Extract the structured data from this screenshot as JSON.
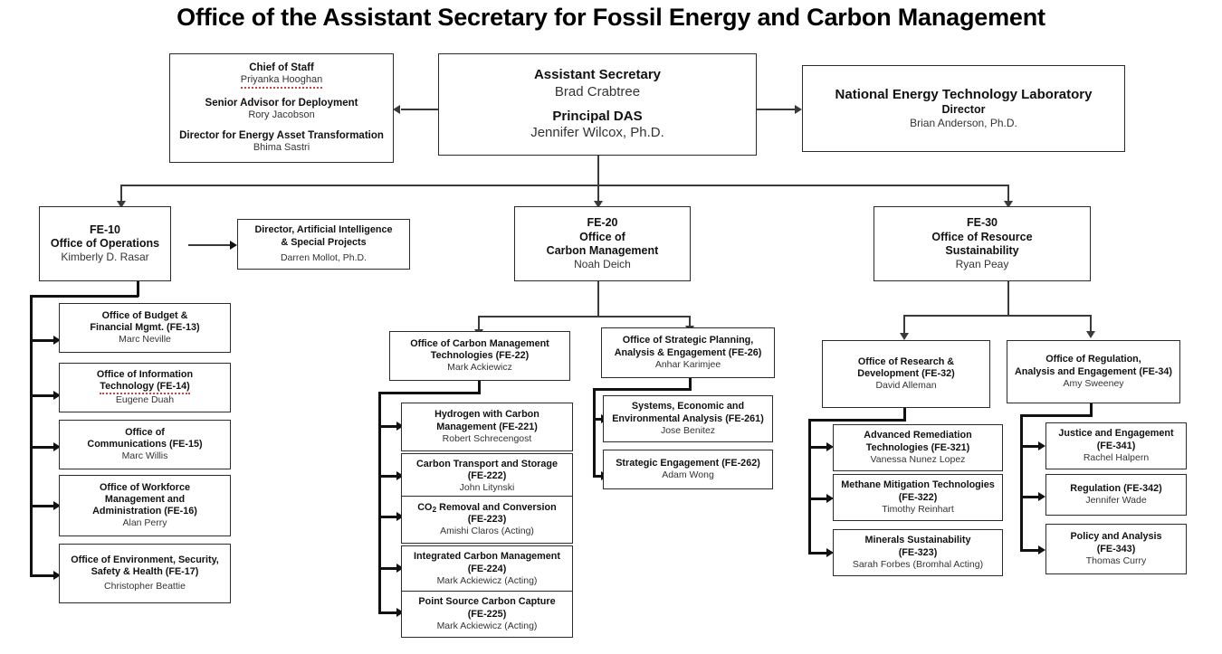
{
  "page_title": "Office of the Assistant Secretary for Fossil Energy and Carbon Management",
  "colors": {
    "box_border": "#2b2b2b",
    "connector": "#3a3a3a",
    "text": "#111111",
    "name_text": "#333333",
    "spellcheck_underline": "#cf4040",
    "background": "#ffffff"
  },
  "nodes": {
    "assistant_secretary": {
      "title1": "Assistant Secretary",
      "name1": "Brad Crabtree",
      "title2": "Principal DAS",
      "name2": "Jennifer Wilcox, Ph.D."
    },
    "chief_of_staff": {
      "title1": "Chief of Staff",
      "name1": "Priyanka Hooghan",
      "title2": "Senior Advisor for Deployment",
      "name2": "Rory Jacobson",
      "title3": "Director for Energy Asset Transformation",
      "name3": "Bhima Sastri"
    },
    "netl": {
      "title": "National Energy Technology Laboratory",
      "subtitle": "Director",
      "name": "Brian Anderson, Ph.D."
    },
    "fe10": {
      "code": "FE-10",
      "title": "Office of Operations",
      "name": "Kimberly D. Rasar"
    },
    "ai_director": {
      "title_line1": "Director, Artificial Intelligence",
      "title_line2": "& Special Projects",
      "name": "Darren Mollot, Ph.D."
    },
    "fe13": {
      "title_line1": "Office of Budget &",
      "title_line2": "Financial Mgmt. (FE-13)",
      "name": "Marc Neville"
    },
    "fe14": {
      "title_line1": "Office of Information",
      "title_line2": "Technology (FE-14)",
      "name": "Eugene Duah"
    },
    "fe15": {
      "title_line1": "Office of",
      "title_line2": "Communications (FE-15)",
      "name": "Marc Willis"
    },
    "fe16": {
      "title_line1": "Office of Workforce",
      "title_line2": "Management and",
      "title_line3": "Administration (FE-16)",
      "name": "Alan Perry"
    },
    "fe17": {
      "title_line1": "Office of  Environment, Security,",
      "title_line2": "Safety & Health (FE-17)",
      "name": "Christopher Beattie"
    },
    "fe20": {
      "code": "FE-20",
      "title_line1": "Office of",
      "title_line2": "Carbon Management",
      "name": "Noah Deich"
    },
    "fe22": {
      "title_line1": "Office of Carbon Management",
      "title_line2": "Technologies (FE-22)",
      "name": "Mark Ackiewicz"
    },
    "fe221": {
      "title_line1": "Hydrogen with Carbon",
      "title_line2": "Management (FE-221)",
      "name": "Robert Schrecengost"
    },
    "fe222": {
      "title_line1": "Carbon Transport and Storage",
      "title_line2": "(FE-222)",
      "name": "John Litynski"
    },
    "fe223": {
      "title_line1": "CO2 Removal and Conversion",
      "title_line2": "(FE-223)",
      "name": "Amishi Claros (Acting)"
    },
    "fe224": {
      "title_line1": "Integrated Carbon Management",
      "title_line2": "(FE-224)",
      "name": "Mark Ackiewicz (Acting)"
    },
    "fe225": {
      "title_line1": "Point Source Carbon Capture",
      "title_line2": "(FE-225)",
      "name": "Mark Ackiewicz (Acting)"
    },
    "fe26": {
      "title_line1": "Office of Strategic Planning,",
      "title_line2": "Analysis & Engagement (FE-26)",
      "name": "Anhar Karimjee"
    },
    "fe261": {
      "title_line1": "Systems, Economic and",
      "title_line2": "Environmental Analysis (FE-261)",
      "name": "Jose Benitez"
    },
    "fe262": {
      "title_line1": "Strategic Engagement  (FE-262)",
      "name": "Adam Wong"
    },
    "fe30": {
      "code": "FE-30",
      "title_line1": "Office of Resource",
      "title_line2": "Sustainability",
      "name": "Ryan Peay"
    },
    "fe32": {
      "title_line1": "Office of Research &",
      "title_line2": "Development (FE-32)",
      "name": "David Alleman"
    },
    "fe321": {
      "title_line1": "Advanced Remediation",
      "title_line2": "Technologies (FE-321)",
      "name": "Vanessa Nunez Lopez"
    },
    "fe322": {
      "title_line1": "Methane Mitigation Technologies",
      "title_line2": "(FE-322)",
      "name": "Timothy Reinhart"
    },
    "fe323": {
      "title_line1": "Minerals Sustainability",
      "title_line2": "(FE-323)",
      "name": "Sarah Forbes (Bromhal Acting)"
    },
    "fe34": {
      "title_line1": "Office of Regulation,",
      "title_line2": "Analysis and Engagement (FE-34)",
      "name": "Amy Sweeney"
    },
    "fe341": {
      "title_line1": "Justice and Engagement",
      "title_line2": "(FE-341)",
      "name": "Rachel Halpern"
    },
    "fe342": {
      "title_line1": "Regulation (FE-342)",
      "name": "Jennifer Wade"
    },
    "fe343": {
      "title_line1": "Policy and Analysis",
      "title_line2": "(FE-343)",
      "name": "Thomas Curry"
    }
  }
}
